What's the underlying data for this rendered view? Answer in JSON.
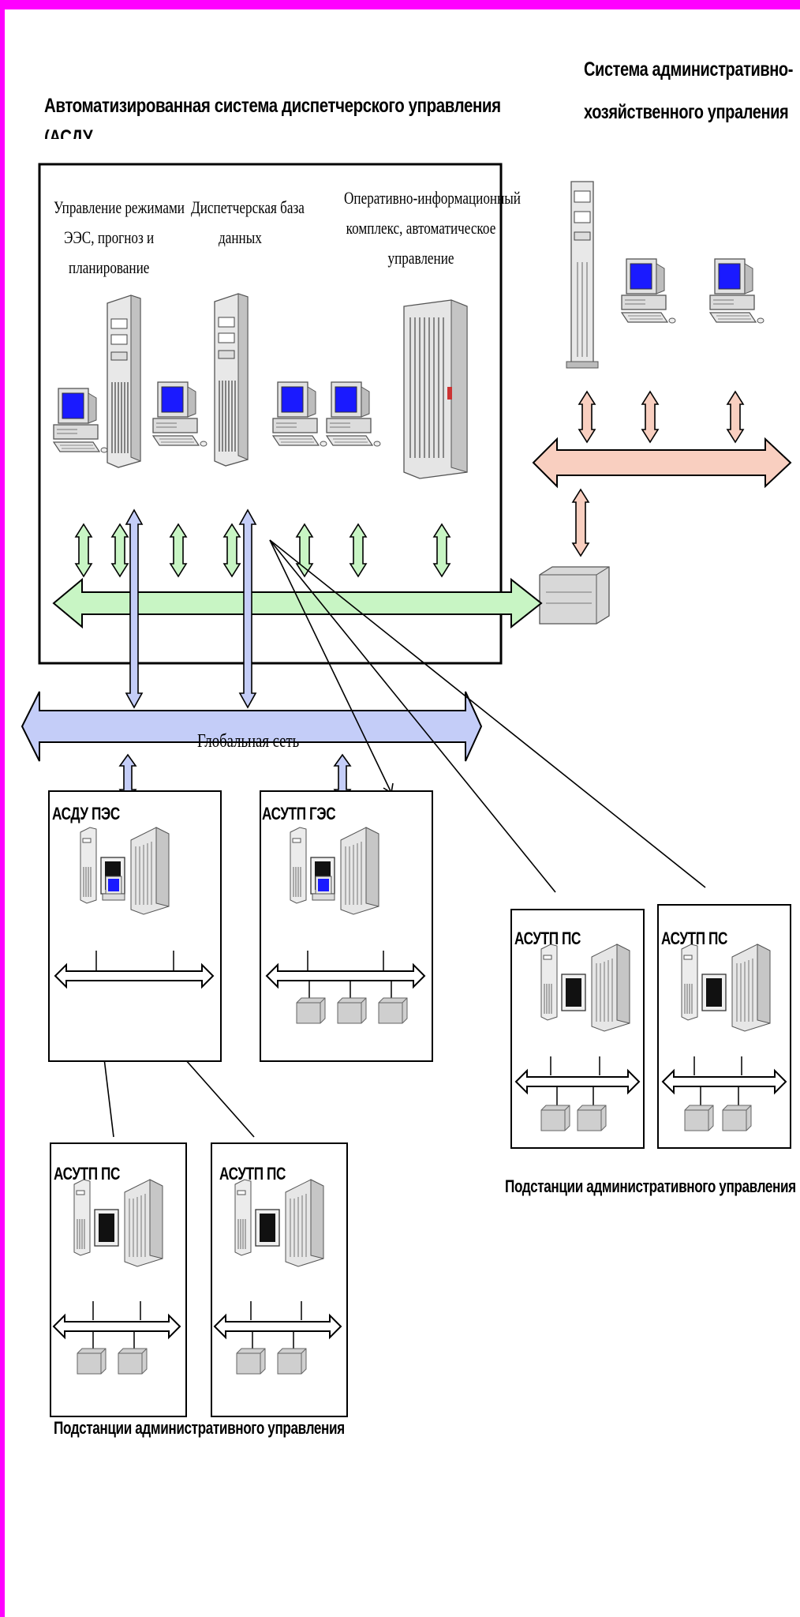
{
  "titles": {
    "main": "Автоматизированная система диспетчерского управления",
    "main_cut": "(АСДУ",
    "admin_line1": "Система административно-",
    "admin_line2": "хозяйственного упраления"
  },
  "columns": {
    "modes_line1": "Управление режимами",
    "modes_line2": "ЭЭС, прогноз и",
    "modes_line3": "планирование",
    "db_line1": "Диспетчерская база",
    "db_line2": "данных",
    "ops_line1": "Оперативно-информационный",
    "ops_line2": "комплекс, автоматическое",
    "ops_line3": "управление"
  },
  "network": {
    "global_label": "Глобальная сеть"
  },
  "boxes": {
    "asdu_pes": "АСДУ ПЭС",
    "asutp_ges": "АСУТП ГЭС",
    "asutp_ps_1": "АСУТП ПС",
    "asutp_ps_2": "АСУТП ПС",
    "asutp_ps_3": "АСУТП ПС",
    "asutp_ps_4": "АСУТП ПС"
  },
  "captions": {
    "substations_right": "Подстанции административного управления",
    "substations_left": "Подстанции административного управления"
  },
  "colors": {
    "frame": "#ff00ff",
    "green_bus": "#c8f5c4",
    "blue_bus": "#c4cdf8",
    "pink_bus": "#f9cfc0",
    "screen": "#1a1aff"
  }
}
